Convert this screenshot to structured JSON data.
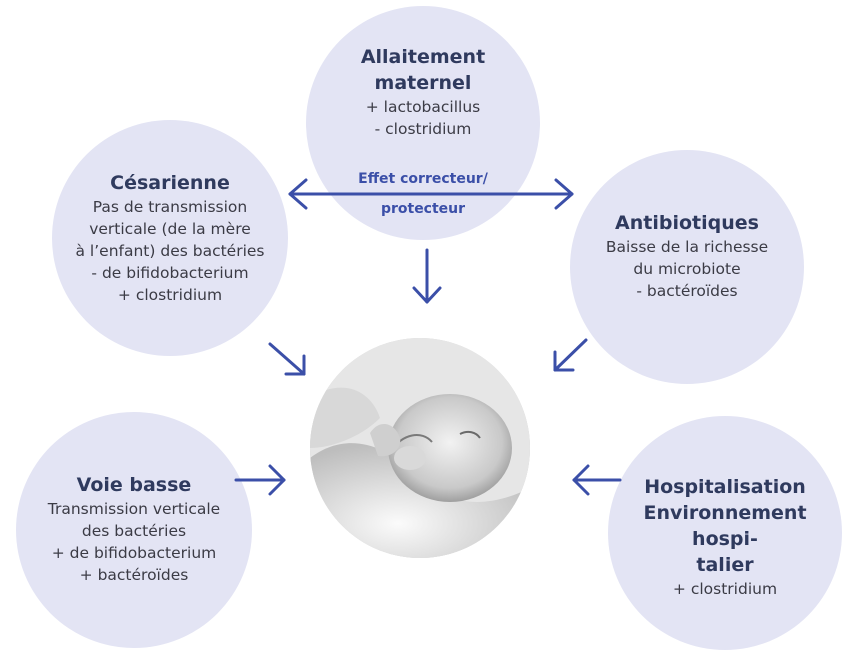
{
  "allaitement": {
    "title_l1": "Allaitement",
    "title_l2": "maternel",
    "l1": "+ lactobacillus",
    "l2": "- clostridium"
  },
  "effet": {
    "l1": "Effet correcteur/",
    "l2": "protecteur"
  },
  "cesarienne": {
    "title": "Césarienne",
    "l1": "Pas de transmission",
    "l2": "verticale (de la mère",
    "l3": "à l’enfant) des bactéries",
    "l4": "- de bifidobacterium",
    "l5": "+ clostridium"
  },
  "antibiotiques": {
    "title": "Antibiotiques",
    "l1": "Baisse de la richesse",
    "l2": "du microbiote",
    "l3": "- bactéroïdes"
  },
  "voie_basse": {
    "title": "Voie basse",
    "l1": "Transmission verticale",
    "l2": "des bactéries",
    "l3": "+ de bifidobacterium",
    "l4": "+ bactéroïdes"
  },
  "hospitalisation": {
    "title_l1": "Hospitalisation",
    "title_l2": "Environnement hospi-",
    "title_l3": "talier",
    "l1": "+ clostridium"
  },
  "colors": {
    "bubble": "#e3e4f4",
    "title": "#2f3a5e",
    "arrow": "#3b4fa8"
  },
  "center_image": "newborn-baby-photo"
}
